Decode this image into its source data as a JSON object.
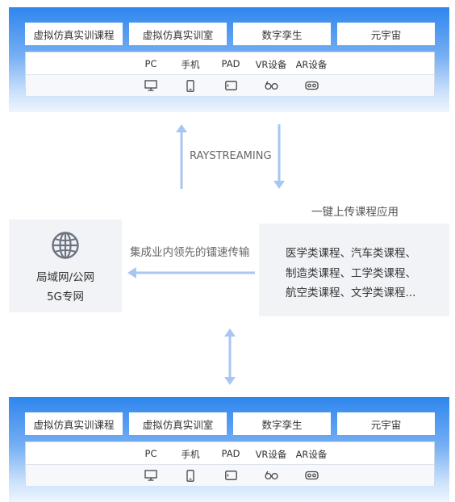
{
  "top_panel": {
    "categories": [
      "虚拟仿真实训课程",
      "虚拟仿真实训室",
      "数字孪生",
      "元宇宙"
    ],
    "devices": [
      {
        "label": "PC",
        "icon": "monitor-icon"
      },
      {
        "label": "手机",
        "icon": "phone-icon"
      },
      {
        "label": "PAD",
        "icon": "tablet-icon"
      },
      {
        "label": "VR设备",
        "icon": "vr-glasses-icon"
      },
      {
        "label": "AR设备",
        "icon": "ar-headset-icon"
      }
    ]
  },
  "bottom_panel": {
    "categories": [
      "虚拟仿真实训课程",
      "虚拟仿真实训室",
      "数字孪生",
      "元宇宙"
    ],
    "devices": [
      {
        "label": "PC",
        "icon": "monitor-icon"
      },
      {
        "label": "手机",
        "icon": "phone-icon"
      },
      {
        "label": "PAD",
        "icon": "tablet-icon"
      },
      {
        "label": "VR设备",
        "icon": "vr-glasses-icon"
      },
      {
        "label": "AR设备",
        "icon": "ar-headset-icon"
      }
    ]
  },
  "streaming_label": "RAYSTREAMING",
  "upload_label": "一键上传课程应用",
  "transfer_label": "集成业内领先的镭速传输",
  "network": {
    "icon": "globe-icon",
    "line1": "局域网/公网",
    "line2": "5G专网"
  },
  "courses": [
    "医学类课程、汽车类课程、",
    "制造类课程、工学类课程、",
    "航空类课程、文学类课程..."
  ],
  "colors": {
    "panel_top": "#2f86ee",
    "arrow": "#a8c6f2",
    "box_bg": "#f1f3f6",
    "icon": "#444444"
  }
}
